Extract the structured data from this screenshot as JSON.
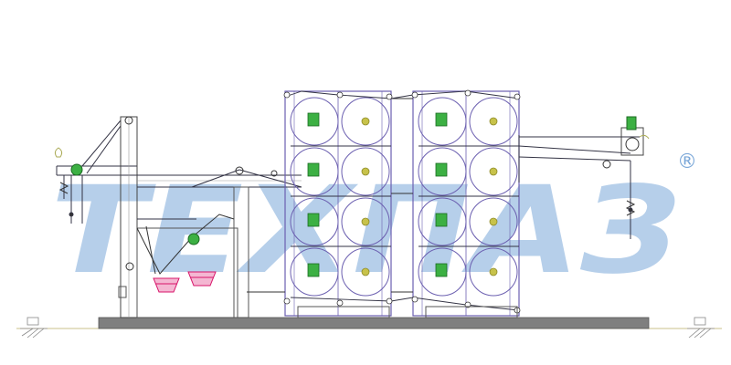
{
  "watermark": {
    "text": "TEXПАЗ",
    "registered_mark": "®",
    "color": "#7aa7d8"
  },
  "machine": {
    "tower_count": 2,
    "cylinder_rows": 4,
    "cylinders_per_row": 2,
    "colors": {
      "frame": "#6b5fb0",
      "line": "#333344",
      "motor": "#3cb043",
      "bath": "#d8146a",
      "hub": "#c7c24a",
      "base": "#808080"
    }
  }
}
